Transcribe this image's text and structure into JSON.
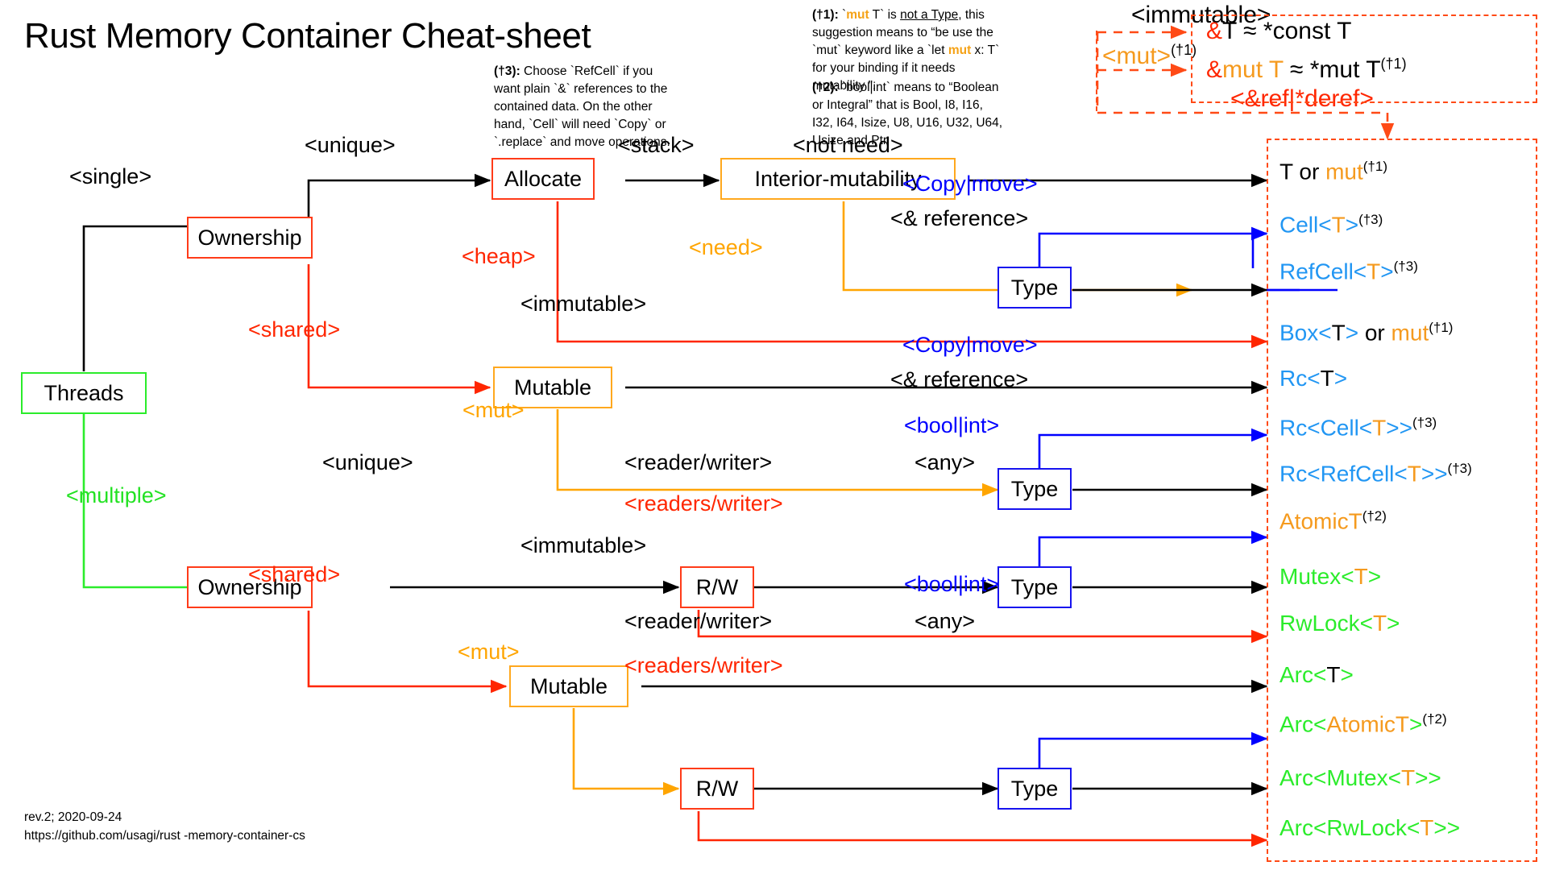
{
  "page": {
    "title": "Rust Memory Container Cheat-sheet",
    "footer_rev": "rev.2; 2020-09-24",
    "footer_url": "https://github.com/usagi/rust -memory-container-cs"
  },
  "colors": {
    "black": "#000000",
    "red": "#ff2600",
    "orange": "#ffa500",
    "amber_text": "#f59a1e",
    "blue": "#0000ff",
    "light_blue": "#2196f3",
    "green": "#2bec2b",
    "dashed_red": "#ff4a16"
  },
  "notes": {
    "n3": {
      "marker": "(†3):",
      "text": " Choose `RefCell` if you want plain `&` references to the contained data. On the other hand, `Cell` will need `Copy` or `.replace` and move operations."
    },
    "n1": {
      "marker": "(†1):",
      "p1": " `",
      "mut1": "mut",
      "p2": " T` is ",
      "u1": "not a Type",
      "p3": ", this suggestion means to “be use the `mut` keyword like a `let ",
      "mut2": "mut",
      "p4": " x: T` for your binding if it needs mutability ”."
    },
    "n2": {
      "marker": "(†2):",
      "text": " `bool|int` means to “Boolean or Integral” that is Bool, I8, I16, I32, I64, Isize, U8, U16, U32, U64,  Usize and Ptr."
    }
  },
  "legend": {
    "immutable_label": "<immutable>",
    "mut_label": "<mut>",
    "mut_sup": "(†1)",
    "ref_deref_label": "<&ref|*deref>",
    "row1": {
      "amp": "&",
      "rest": "T ≈ *const T"
    },
    "row2": {
      "amp": "&",
      "mut": "mut",
      "t": " T",
      "rest": " ≈ *mut T",
      "sup": "(†1)"
    }
  },
  "nodes": {
    "threads": "Threads",
    "ownership_single": "Ownership",
    "allocate": "Allocate",
    "interior_mutability": "Interior-mutability",
    "type_1": "Type",
    "mutable_single": "Mutable",
    "type_2": "Type",
    "ownership_multi": "Ownership",
    "rw_1": "R/W",
    "type_3": "Type",
    "mutable_multi": "Mutable",
    "rw_2": "R/W",
    "type_4": "Type"
  },
  "edge_labels": {
    "single": "<single>",
    "multiple": "<multiple>",
    "unique_1": "<unique>",
    "shared_1": "<shared>",
    "stack": "<stack>",
    "heap": "<heap>",
    "not_need": "<not need>",
    "need": "<need>",
    "copy_move_1": "<Copy|move>",
    "and_reference_1": "<& reference>",
    "immutable_1": "<immutable>",
    "mut_1": "<mut>",
    "copy_move_2": "<Copy|move>",
    "and_reference_2": "<& reference>",
    "unique_2": "<unique>",
    "shared_2": "<shared>",
    "reader_writer_1": "<reader/writer>",
    "readers_writer_1": "<readers/writer>",
    "bool_int_1": "<bool|int>",
    "any_1": "<any>",
    "immutable_2": "<immutable>",
    "mut_2": "<mut>",
    "reader_writer_2": "<reader/writer>",
    "readers_writer_2": "<readers/writer>",
    "bool_int_2": "<bool|int>",
    "any_2": "<any>"
  },
  "results": [
    {
      "id": "t-or-mut",
      "parts": [
        {
          "t": "T or ",
          "c": "k"
        },
        {
          "t": "mut",
          "c": "o"
        }
      ],
      "sup": "(†1)"
    },
    {
      "id": "cell",
      "parts": [
        {
          "t": "Cell<",
          "c": "bl"
        },
        {
          "t": "T",
          "c": "o"
        },
        {
          "t": ">",
          "c": "bl"
        }
      ],
      "sup": "(†3)"
    },
    {
      "id": "refcell",
      "parts": [
        {
          "t": "RefCell<",
          "c": "bl"
        },
        {
          "t": "T",
          "c": "o"
        },
        {
          "t": ">",
          "c": "bl"
        }
      ],
      "sup": "(†3)"
    },
    {
      "id": "box-or-mut",
      "parts": [
        {
          "t": "Box<",
          "c": "bl"
        },
        {
          "t": "T",
          "c": "k"
        },
        {
          "t": ">",
          "c": "bl"
        },
        {
          "t": " or ",
          "c": "k"
        },
        {
          "t": "mut",
          "c": "o"
        }
      ],
      "sup": "(†1)"
    },
    {
      "id": "rc",
      "parts": [
        {
          "t": "Rc<",
          "c": "bl"
        },
        {
          "t": "T",
          "c": "k"
        },
        {
          "t": ">",
          "c": "bl"
        }
      ],
      "sup": ""
    },
    {
      "id": "rc-cell",
      "parts": [
        {
          "t": "Rc<Cell<",
          "c": "bl"
        },
        {
          "t": "T",
          "c": "o"
        },
        {
          "t": ">>",
          "c": "bl"
        }
      ],
      "sup": "(†3)"
    },
    {
      "id": "rc-refcell",
      "parts": [
        {
          "t": "Rc<RefCell<",
          "c": "bl"
        },
        {
          "t": "T",
          "c": "o"
        },
        {
          "t": ">>",
          "c": "bl"
        }
      ],
      "sup": "(†3)"
    },
    {
      "id": "atomict",
      "parts": [
        {
          "t": "AtomicT",
          "c": "o"
        }
      ],
      "sup": "(†2)"
    },
    {
      "id": "mutex",
      "parts": [
        {
          "t": "Mutex<",
          "c": "gr"
        },
        {
          "t": "T",
          "c": "o"
        },
        {
          "t": ">",
          "c": "gr"
        }
      ],
      "sup": ""
    },
    {
      "id": "rwlock",
      "parts": [
        {
          "t": "RwLock<",
          "c": "gr"
        },
        {
          "t": "T",
          "c": "o"
        },
        {
          "t": ">",
          "c": "gr"
        }
      ],
      "sup": ""
    },
    {
      "id": "arc",
      "parts": [
        {
          "t": "Arc<",
          "c": "gr"
        },
        {
          "t": "T",
          "c": "k"
        },
        {
          "t": ">",
          "c": "gr"
        }
      ],
      "sup": ""
    },
    {
      "id": "arc-atomict",
      "parts": [
        {
          "t": "Arc<",
          "c": "gr"
        },
        {
          "t": "AtomicT",
          "c": "o"
        },
        {
          "t": ">",
          "c": "gr"
        }
      ],
      "sup": "(†2)"
    },
    {
      "id": "arc-mutex",
      "parts": [
        {
          "t": "Arc<Mutex<",
          "c": "gr"
        },
        {
          "t": "T",
          "c": "o"
        },
        {
          "t": ">>",
          "c": "gr"
        }
      ],
      "sup": ""
    },
    {
      "id": "arc-rwlock",
      "parts": [
        {
          "t": "Arc<RwLock<",
          "c": "gr"
        },
        {
          "t": "T",
          "c": "o"
        },
        {
          "t": ">>",
          "c": "gr"
        }
      ],
      "sup": ""
    }
  ]
}
